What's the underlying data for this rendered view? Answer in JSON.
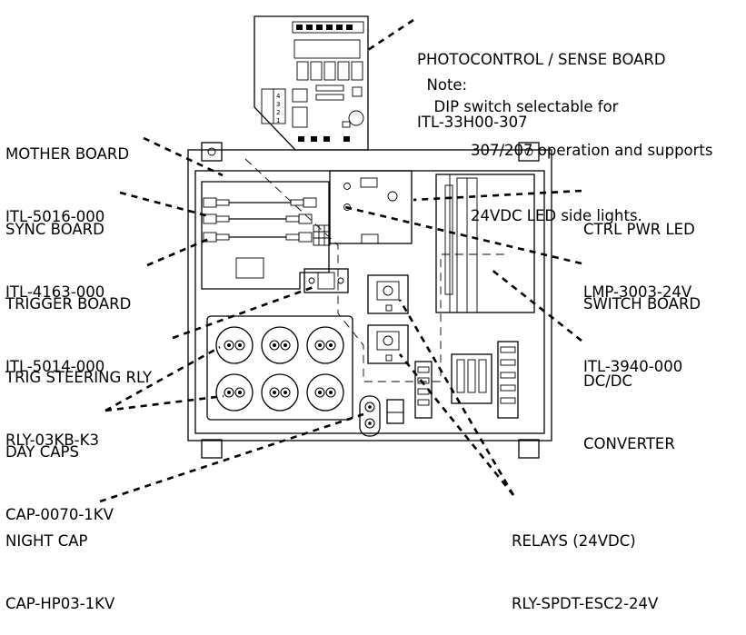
{
  "labels": {
    "photocontrol": {
      "name": "PHOTOCONTROL / SENSE BOARD",
      "part": "ITL-33H00-307"
    },
    "photocontrol_note": {
      "prefix": "Note:",
      "lines": [
        "DIP switch selectable for",
        "307/207 operation and supports",
        "24VDC LED side lights."
      ]
    },
    "mother_board": {
      "name": "MOTHER BOARD",
      "part": "ITL-5016-000"
    },
    "sync_board": {
      "name": "SYNC BOARD",
      "part": "ITL-4163-000"
    },
    "trigger_board": {
      "name": "TRIGGER BOARD",
      "part": "ITL-5014-000"
    },
    "trig_steering": {
      "name": "TRIG STEERING RLY",
      "part": "RLY-03KB-K3"
    },
    "day_caps": {
      "name": "DAY CAPS",
      "part": "CAP-0070-1KV"
    },
    "night_cap": {
      "name": "NIGHT CAP",
      "part": "CAP-HP03-1KV"
    },
    "ctrl_pwr_led": {
      "name": "CTRL PWR LED",
      "part": "LMP-3003-24V"
    },
    "switch_board": {
      "name": "SWITCH BOARD",
      "part": "ITL-3940-000"
    },
    "dcdc": {
      "name": "DC/DC",
      "part": "CONVERTER"
    },
    "relays": {
      "name": "RELAYS (24VDC)",
      "part": "RLY-SPDT-ESC2-24V"
    }
  },
  "dip_numbers": [
    "1",
    "2",
    "3",
    "4"
  ]
}
